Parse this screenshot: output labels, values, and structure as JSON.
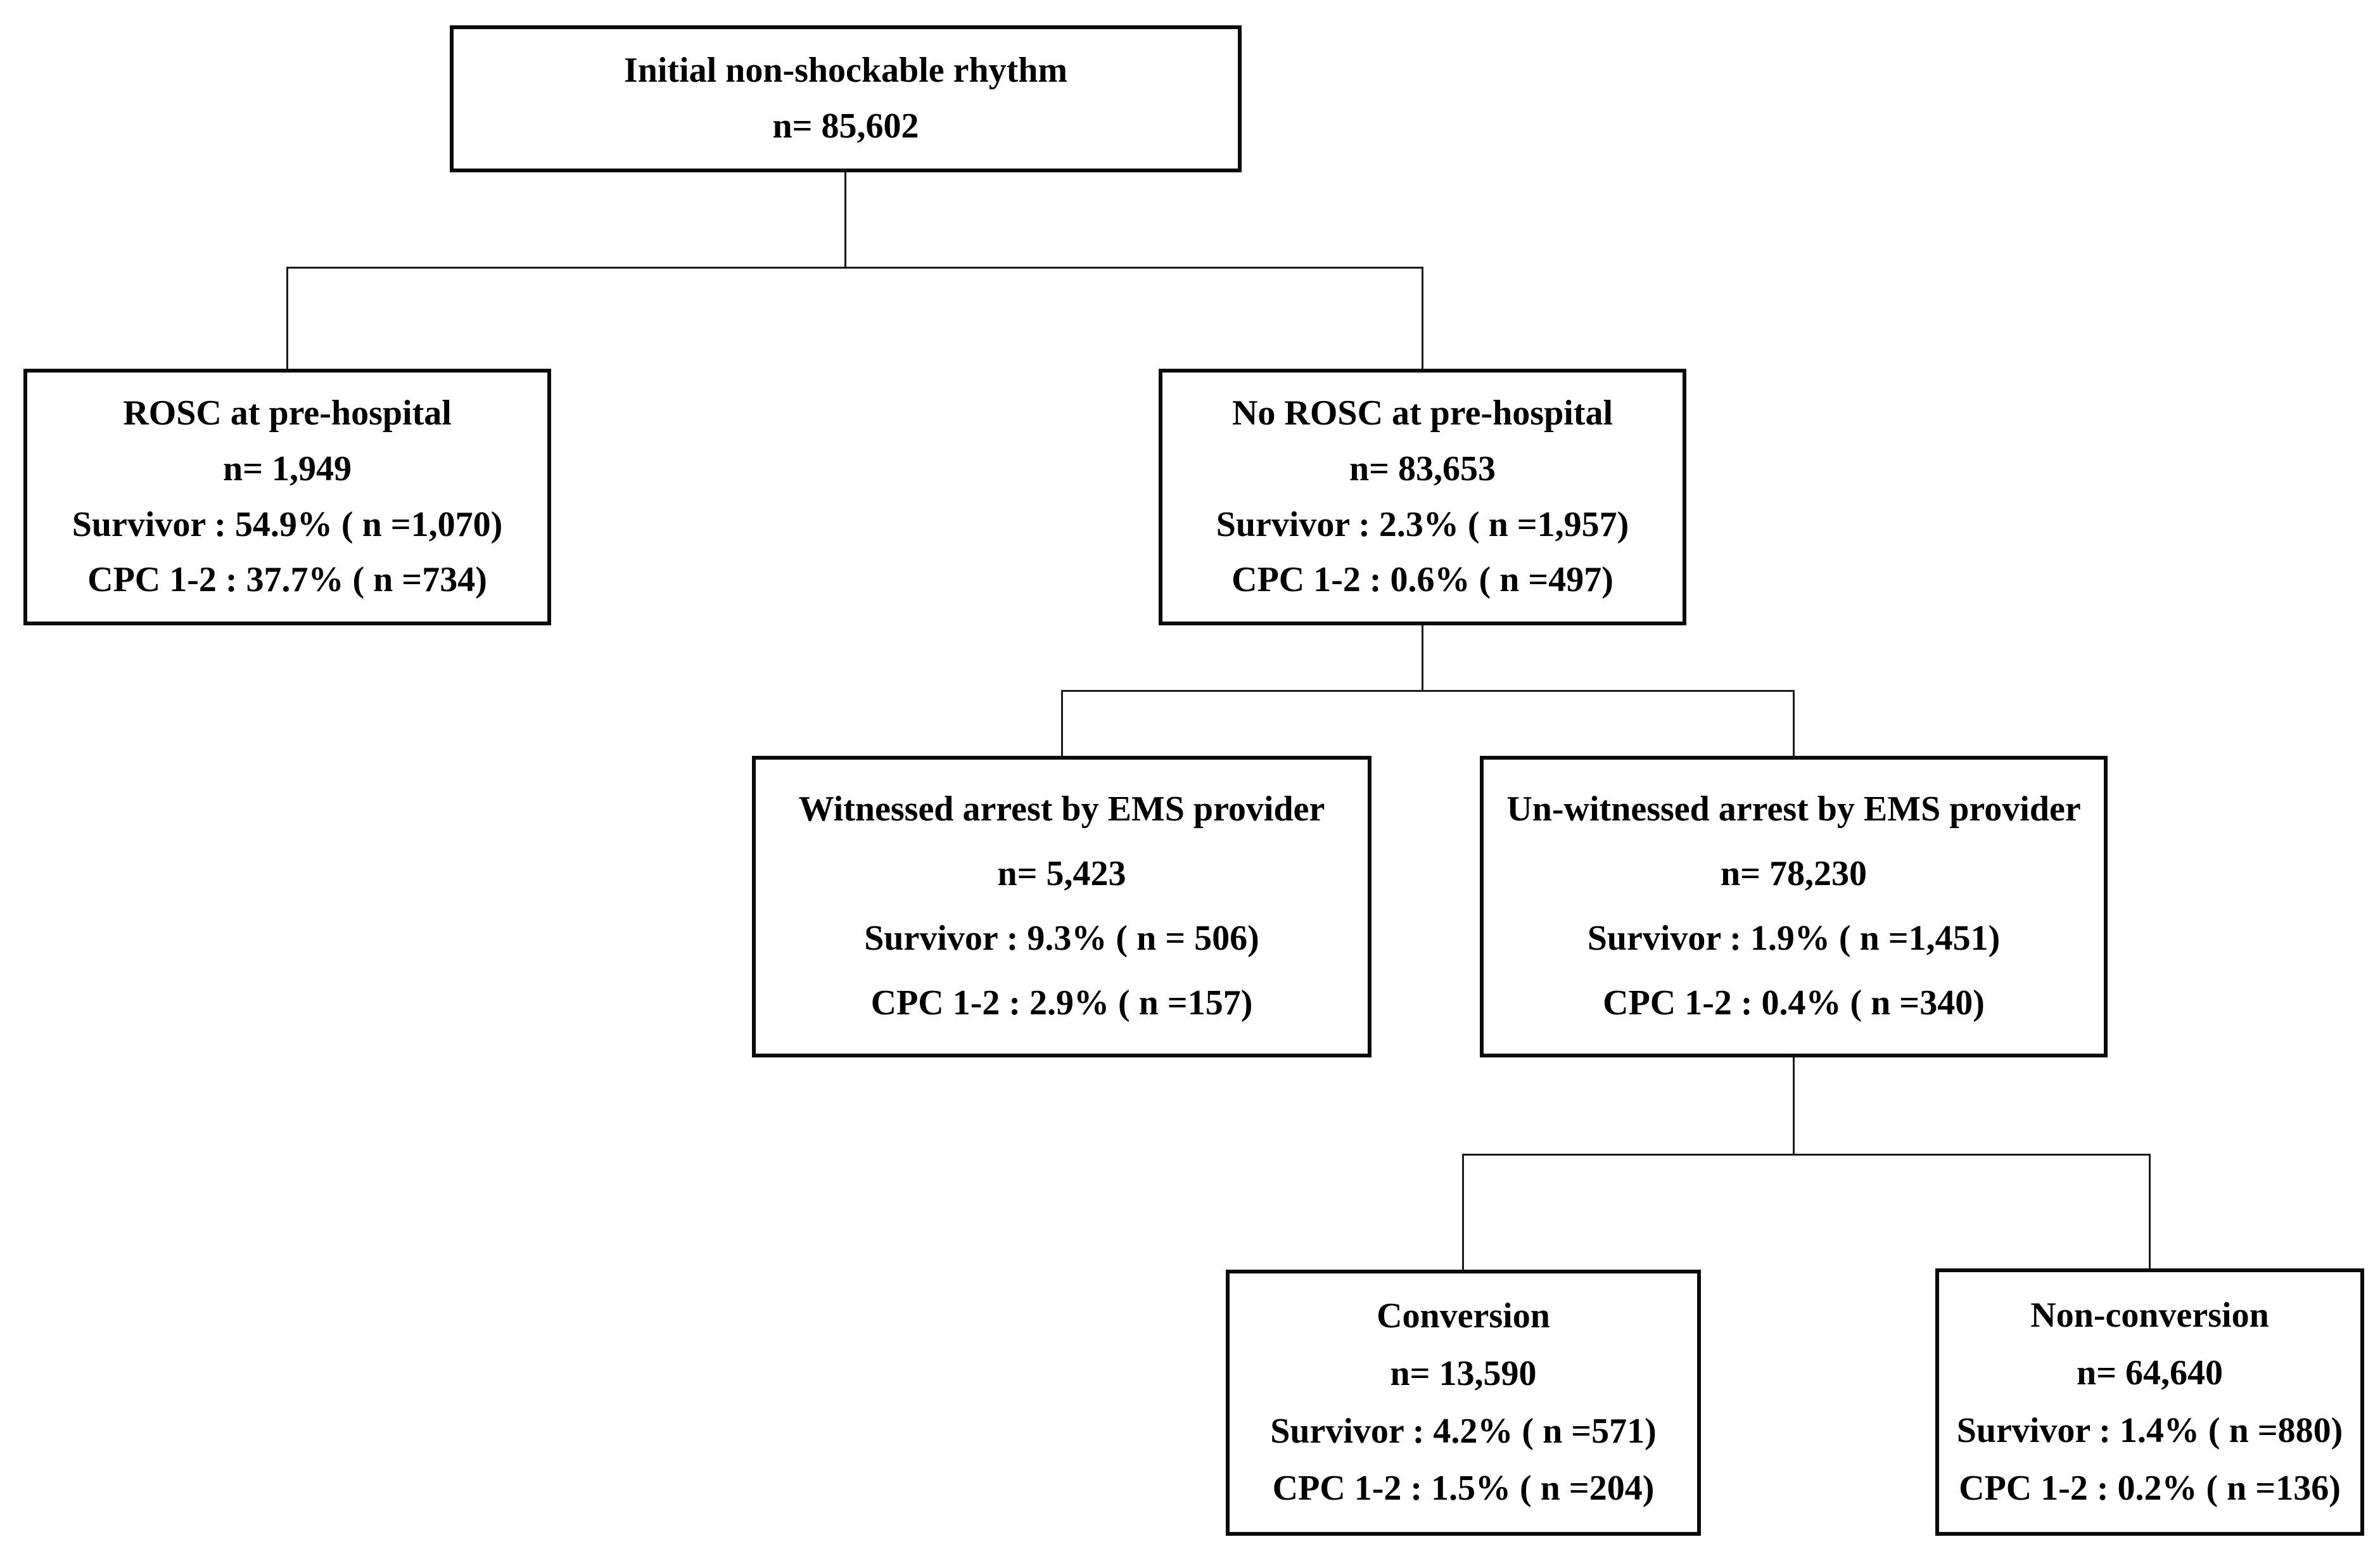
{
  "diagram": {
    "background_color": "#ffffff",
    "line_color": "#1a1a1a",
    "text_color": "#000000",
    "nodes": {
      "root": {
        "title": "Initial non-shockable rhythm",
        "n": "n= 85,602"
      },
      "rosc": {
        "title": "ROSC at pre-hospital",
        "n": "n= 1,949",
        "survivor": "Survivor :  54.9% ( n =1,070)",
        "cpc": "CPC 1-2 :  37.7% ( n =734)"
      },
      "no_rosc": {
        "title": "No ROSC at pre-hospital",
        "n": "n= 83,653",
        "survivor": "Survivor :  2.3% ( n =1,957)",
        "cpc": "CPC 1-2 :  0.6% ( n =497)"
      },
      "witnessed": {
        "title": "Witnessed arrest by EMS provider",
        "n": "n= 5,423",
        "survivor": "Survivor :  9.3% ( n = 506)",
        "cpc": "CPC 1-2 : 2.9% ( n =157)"
      },
      "unwitnessed": {
        "title": "Un-witnessed arrest by EMS provider",
        "n": "n= 78,230",
        "survivor": "Survivor :  1.9% ( n =1,451)",
        "cpc": "CPC 1-2 : 0.4% ( n =340)"
      },
      "conversion": {
        "title": "Conversion",
        "n": "n= 13,590",
        "survivor": "Survivor : 4.2% ( n =571)",
        "cpc": "CPC 1-2 :  1.5% ( n =204)"
      },
      "non_conversion": {
        "title": "Non-conversion",
        "n": "n= 64,640",
        "survivor": "Survivor : 1.4% ( n =880)",
        "cpc": "CPC 1-2 : 0.2% ( n =136)"
      }
    }
  }
}
